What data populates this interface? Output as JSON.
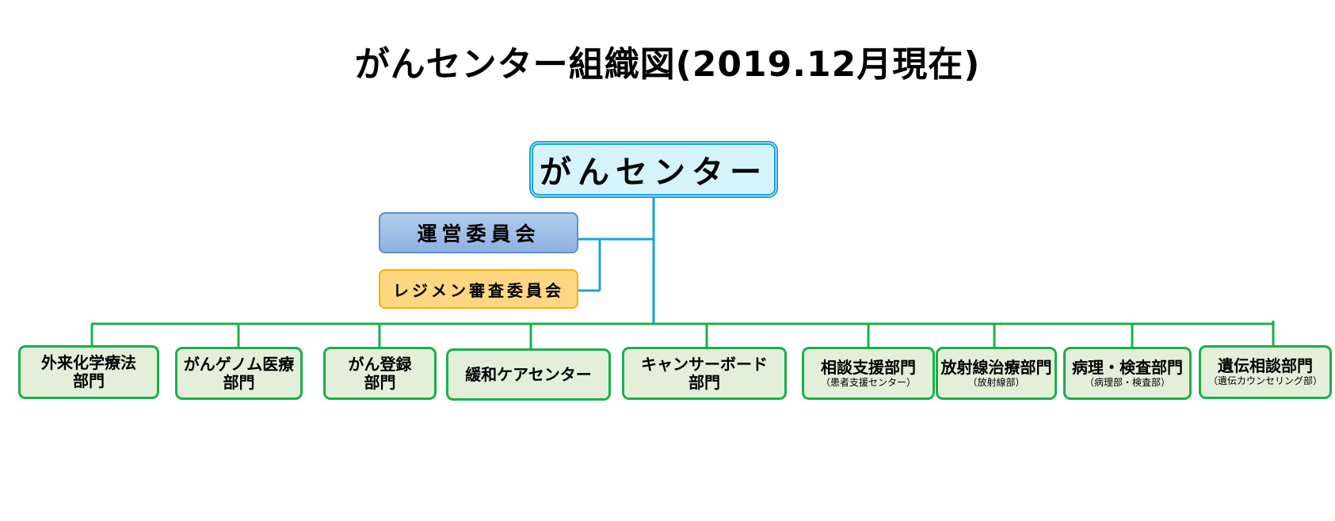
{
  "title": "がんセンター組織図(2019.12月現在)",
  "root": {
    "label": "がんセンター"
  },
  "committees": [
    {
      "label": "運営委員会",
      "color": "#a5c0e8"
    },
    {
      "label": "レジメン審査委員会",
      "color": "#ffd783"
    }
  ],
  "departments": [
    {
      "line1": "外来化学療法",
      "line2": "部門"
    },
    {
      "line1": "がんゲノム医療",
      "line2": "部門"
    },
    {
      "line1": "がん登録",
      "line2": "部門"
    },
    {
      "line1": "緩和ケアセンター"
    },
    {
      "line1": "キャンサーボード",
      "line2": "部門"
    },
    {
      "line1": "相談支援部門",
      "sub": "（患者支援センター）"
    },
    {
      "line1": "放射線治療部門",
      "sub": "（放射線部）"
    },
    {
      "line1": "病理・検査部門",
      "sub": "（病理部・検査部）"
    },
    {
      "line1": "遺伝相談部門",
      "sub": "（遺伝カウンセリング部）"
    }
  ],
  "colors": {
    "root_border": "#1aa3d6",
    "root_fill": "#d6f3fb",
    "connector_blue": "#1aa3d6",
    "connector_green": "#19b04c",
    "dept_fill": "#e3efd9",
    "dept_border": "#19b04c"
  }
}
